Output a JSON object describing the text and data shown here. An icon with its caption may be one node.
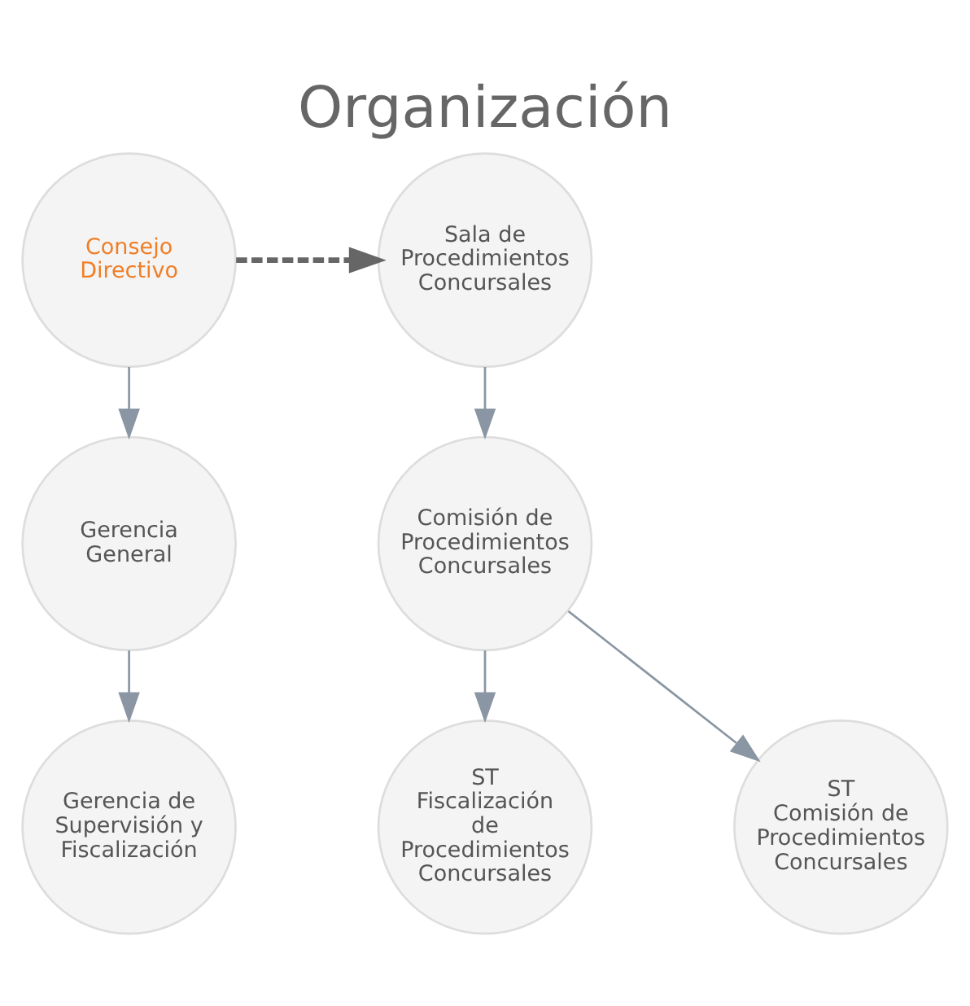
{
  "diagram": {
    "title": "Organización",
    "nodes": [
      {
        "text": [
          "Sala de Procedimientos Concursales"
        ]
      },
      {
        "text": [
          "Comisión de Procedimientos Concursales"
        ]
      },
      {
        "text": [
          "ST",
          "Comisión de Procedimientos Concursales"
        ]
      },
      {
        "text": [
          "ST",
          "Fiscalización de Procedimientos Concursales"
        ]
      },
      {
        "text": [
          "Consejo Directivo"
        ]
      },
      {
        "text": [
          "Gerencia General"
        ]
      },
      {
        "text": [
          "Gerencia de Supervisión y Fiscalización"
        ]
      }
    ],
    "edges": [
      {
        "from": 4,
        "to": 0,
        "arrow": "to",
        "style": "dashed",
        "color": "#666666"
      },
      {
        "from": 0,
        "to": 1,
        "arrow": "to"
      },
      {
        "from": 1,
        "to": 2,
        "arrow": "to"
      },
      {
        "from": 1,
        "to": 3,
        "arrow": "to"
      },
      {
        "from": 4,
        "to": 5,
        "arrow": "to"
      },
      {
        "from": 5,
        "to": 6,
        "arrow": "to"
      }
    ]
  }
}
